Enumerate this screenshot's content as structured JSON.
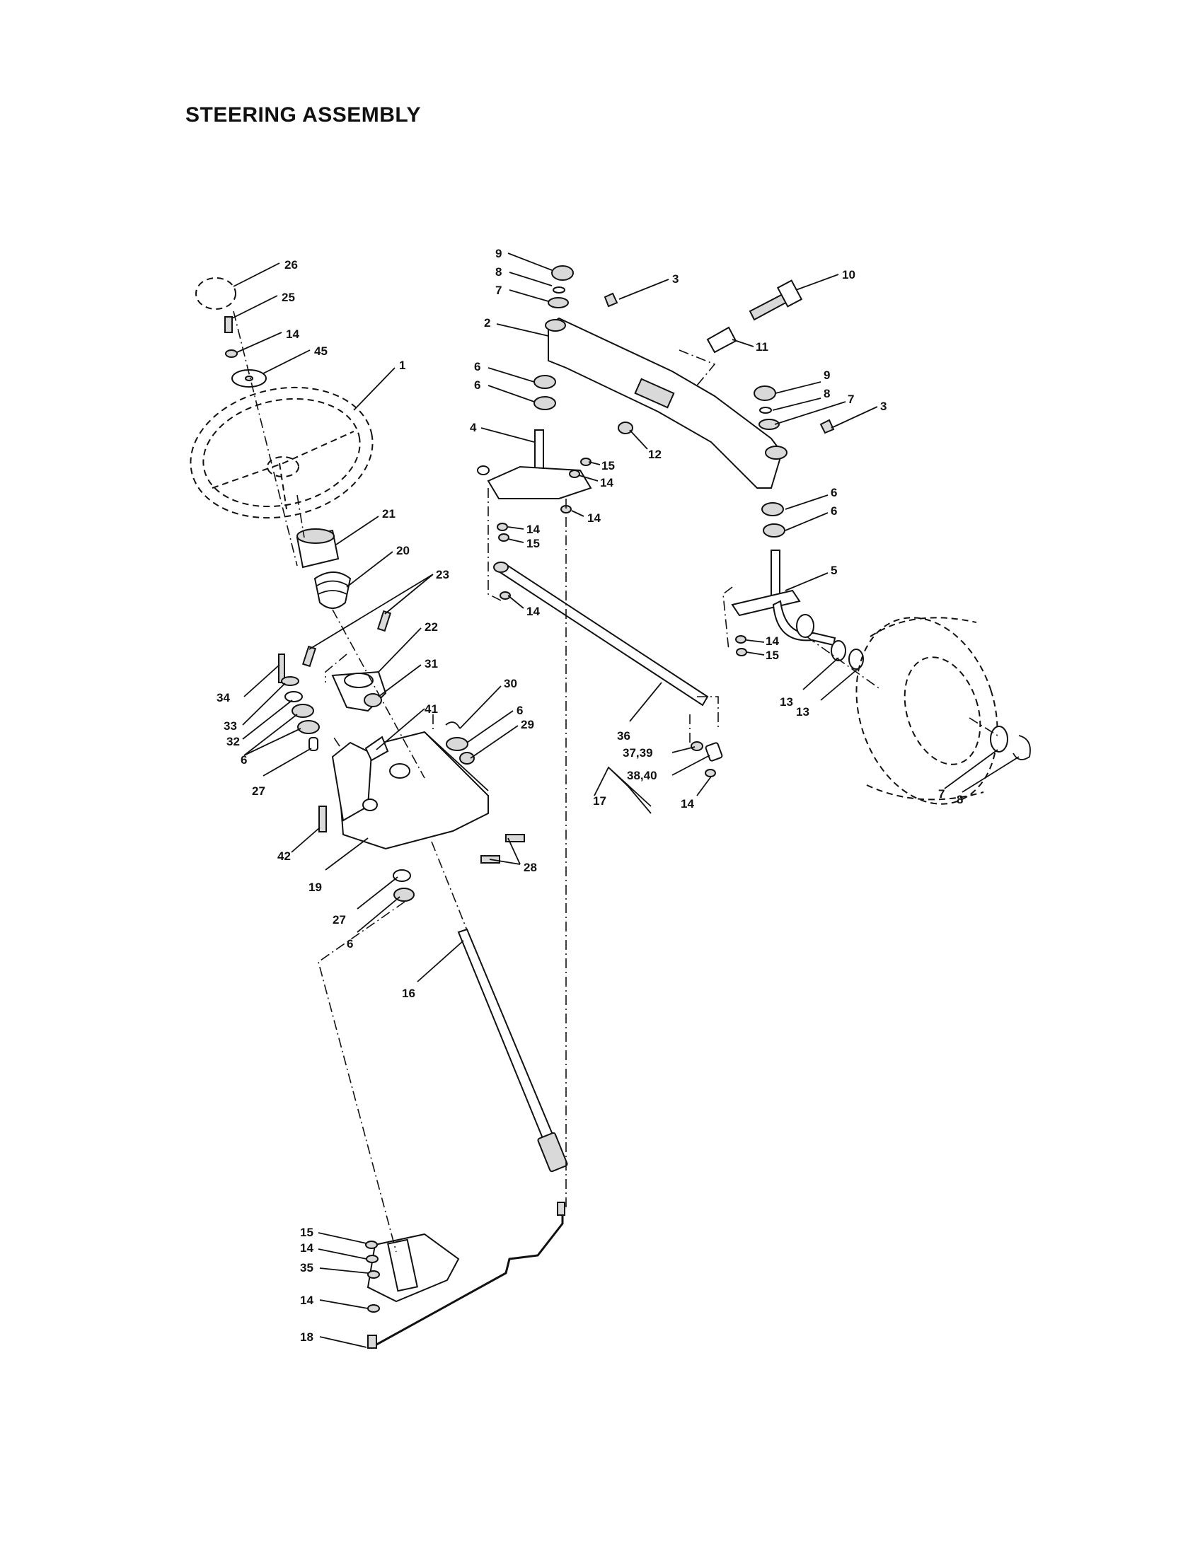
{
  "title": "STEERING ASSEMBLY",
  "callouts": [
    "26",
    "25",
    "14",
    "45",
    "1",
    "21",
    "20",
    "23",
    "22",
    "34",
    "33",
    "32",
    "6",
    "27",
    "31",
    "41",
    "30",
    "6",
    "29",
    "42",
    "19",
    "28",
    "27",
    "6",
    "16",
    "9",
    "8",
    "7",
    "3",
    "10",
    "2",
    "11",
    "6",
    "6",
    "4",
    "12",
    "15",
    "14",
    "14",
    "14",
    "15",
    "14",
    "9",
    "8",
    "7",
    "3",
    "6",
    "6",
    "5",
    "14",
    "15",
    "13",
    "13",
    "36",
    "37,39",
    "38,40",
    "17",
    "14",
    "7",
    "8",
    "15",
    "14",
    "35",
    "14",
    "18"
  ]
}
